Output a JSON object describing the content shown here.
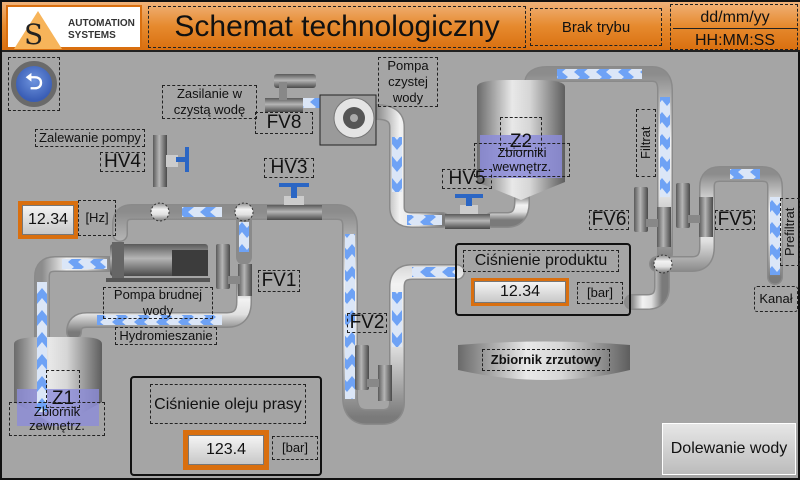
{
  "header": {
    "logo_line1": "AUTOMATION",
    "logo_line2": "SYSTEMS",
    "logo_glyph": "S",
    "title": "Schemat technologiczny",
    "mode": "Brak trybu",
    "date": "dd/mm/yy",
    "time": "HH:MM:SS"
  },
  "nav": {
    "back_icon": "back-arrow-icon",
    "back_glyph": "⮌"
  },
  "labels": {
    "zasilanie": "Zasilanie w czystą wodę",
    "fv8": "FV8",
    "pompa_czystej": "Pompa czystej wody",
    "zalewanie": "Zalewanie pompy",
    "hv4": "HV4",
    "hv3": "HV3",
    "hv5": "HV5",
    "fv1": "FV1",
    "fv2": "FV2",
    "fv5": "FV5",
    "fv6": "FV6",
    "pompa_brudnej": "Pompa brudnej wody",
    "hydromieszanie": "Hydromieszanie",
    "filtrat": "Filtrat",
    "prefiltrat": "Prefiltrat",
    "kanal": "Kanał",
    "zbiornik_zrzutowy": "Zbiornik zrzutowy"
  },
  "tanks": {
    "z1": {
      "id": "Z1",
      "name": "Zbiornik zewnętrz."
    },
    "z2": {
      "id": "Z2",
      "name": "Zbiorniki wewnętrz."
    }
  },
  "frequency": {
    "value": "12.34",
    "unit": "[Hz]"
  },
  "product_pressure": {
    "title": "Ciśnienie produktu",
    "value": "12.34",
    "unit": "[bar]"
  },
  "oil_pressure": {
    "title": "Ciśnienie oleju prasy",
    "value": "123.4",
    "unit": "[bar]"
  },
  "buttons": {
    "dolewanie": "Dolewanie wody"
  },
  "colors": {
    "accent": "#d96f0f",
    "background": "#a5a5a5",
    "flow": "#6ea2f5",
    "valve_handle": "#2b66c4",
    "tank_liquid": "#8c8cd9"
  }
}
